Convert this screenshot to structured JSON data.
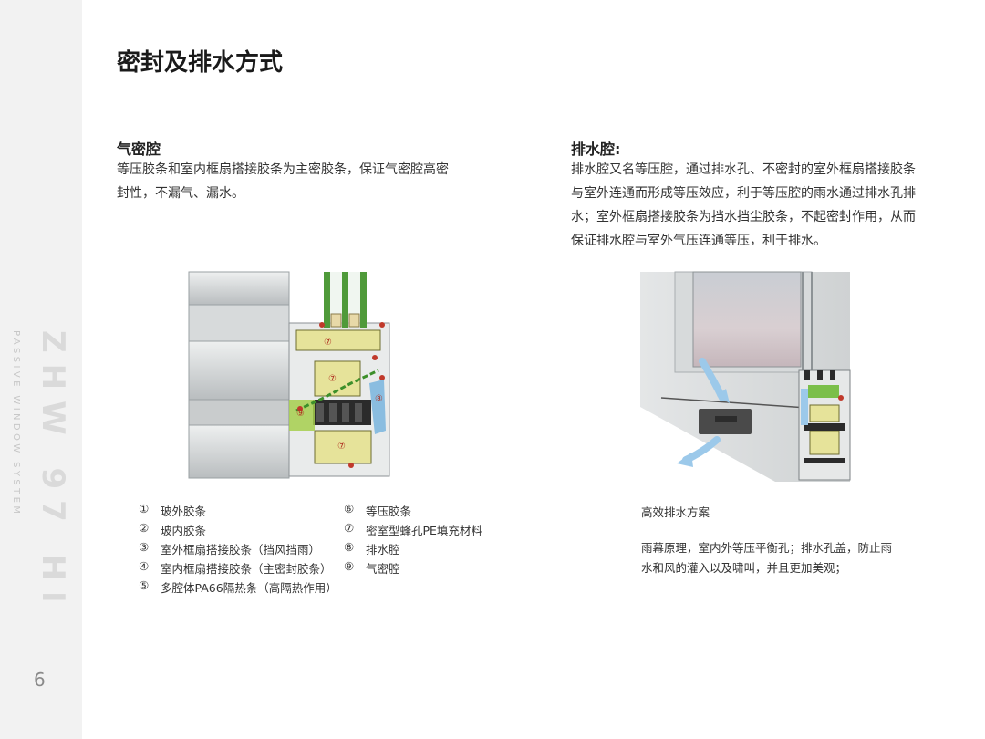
{
  "sidebar": {
    "brand": "ZHW 97 HI",
    "tagline": "PASSIVE WINDOW SYSTEM",
    "page_number": "6"
  },
  "page_title": "密封及排水方式",
  "airtight": {
    "title": "气密腔",
    "lines": [
      "等压胶条和室内框扇搭接胶条为主密胶条，保证气密腔高密",
      "封性，不漏气、漏水。"
    ]
  },
  "drain": {
    "title": "排水腔:",
    "lines": [
      "排水腔又名等压腔，通过排水孔、不密封的室外框扇搭接胶条",
      "与室外连通而形成等压效应，利于等压腔的雨水通过排水孔排",
      "水；室外框扇搭接胶条为挡水挡尘胶条，不起密封作用，从而",
      "保证排水腔与室外气压连通等压，利于排水。"
    ],
    "caption": "高效排水方案",
    "desc_lines": [
      "雨幕原理，室内外等压平衡孔；排水孔盖，防止雨",
      "水和风的灌入以及啸叫，并且更加美观；"
    ]
  },
  "legend_left": [
    {
      "num": "①",
      "label": "玻外胶条"
    },
    {
      "num": "②",
      "label": "玻内胶条"
    },
    {
      "num": "③",
      "label": "室外框扇搭接胶条（挡风挡雨）"
    },
    {
      "num": "④",
      "label": "室内框扇搭接胶条（主密封胶条）"
    },
    {
      "num": "⑤",
      "label": "多腔体PA66隔热条（高隔热作用）"
    }
  ],
  "legend_mid": [
    {
      "num": "⑥",
      "label": "等压胶条"
    },
    {
      "num": "⑦",
      "label": "密室型蜂孔PE填充材料"
    },
    {
      "num": "⑧",
      "label": "排水腔"
    },
    {
      "num": "⑨",
      "label": "气密腔"
    }
  ],
  "illustration_marks": {
    "seven": "⑦",
    "eight": "⑧",
    "nine": "⑨"
  },
  "colors": {
    "sidebar_bg": "#f2f2f2",
    "aluminum": "#c9cccd",
    "foam": "#e6e39a",
    "gasket_green": "#5aa43a",
    "drain_arrow": "#9cc9ea",
    "sealing_red": "#c0392b"
  }
}
